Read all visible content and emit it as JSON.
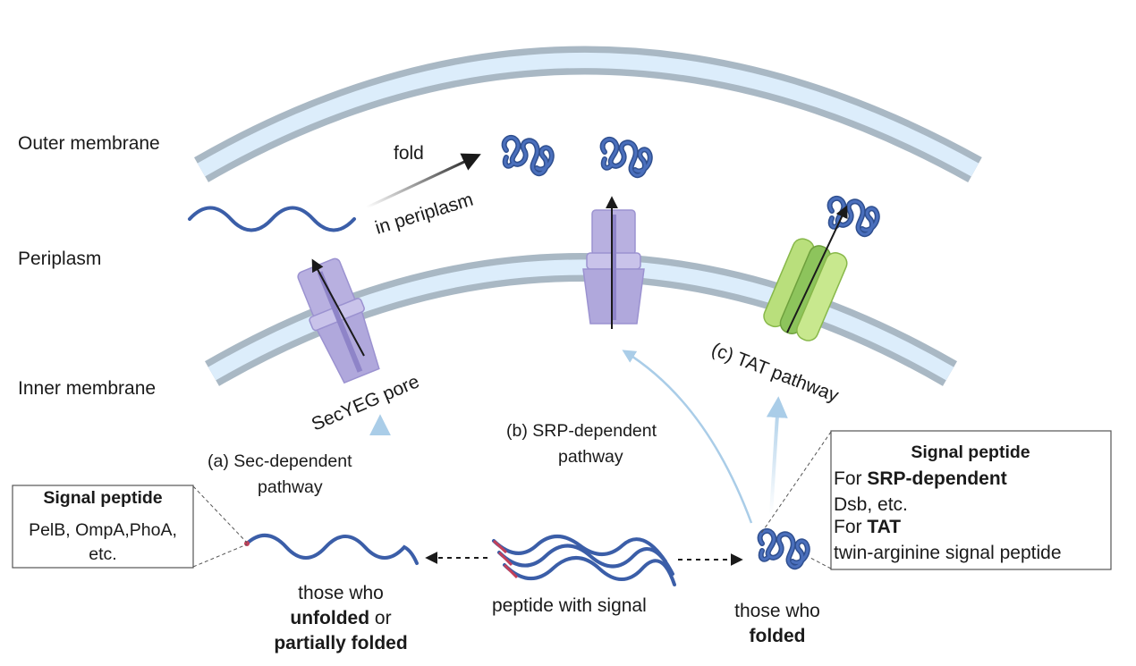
{
  "regions": {
    "outer_membrane": "Outer membrane",
    "periplasm": "Periplasm",
    "inner_membrane": "Inner membrane"
  },
  "fold_note": {
    "line1": "fold",
    "line2": "in periplasm"
  },
  "pathways": {
    "sec": {
      "pore": "SecYEG pore",
      "line1": "(a) Sec-dependent",
      "line2": "pathway"
    },
    "srp": {
      "line1": "(b) SRP-dependent",
      "line2": "pathway"
    },
    "tat": {
      "label": "(c) TAT pathway"
    }
  },
  "left_box": {
    "title": "Signal peptide",
    "line1": "PelB, OmpA,PhoA,",
    "line2": "etc."
  },
  "right_box": {
    "title": "Signal peptide",
    "srp_prefix": "For ",
    "srp_bold": "SRP-dependent",
    "srp_line2": "Dsb, etc.",
    "tat_prefix": "For ",
    "tat_bold": "TAT",
    "tat_line2": "twin-arginine signal peptide"
  },
  "bottom": {
    "center": "peptide with signal",
    "left_line1": "those who",
    "left_bold1": "unfolded",
    "left_or": " or",
    "left_bold2": "partially folded",
    "right_line1": "those who",
    "right_bold": "folded"
  },
  "colors": {
    "membrane_edge": "#a9b8c4",
    "membrane_core": "#dcedfb",
    "peptide": "#3b5ea8",
    "pore": "#b8b0e0",
    "tat_channel": "#b9df7c",
    "signal_arrow": "#aacde8"
  }
}
